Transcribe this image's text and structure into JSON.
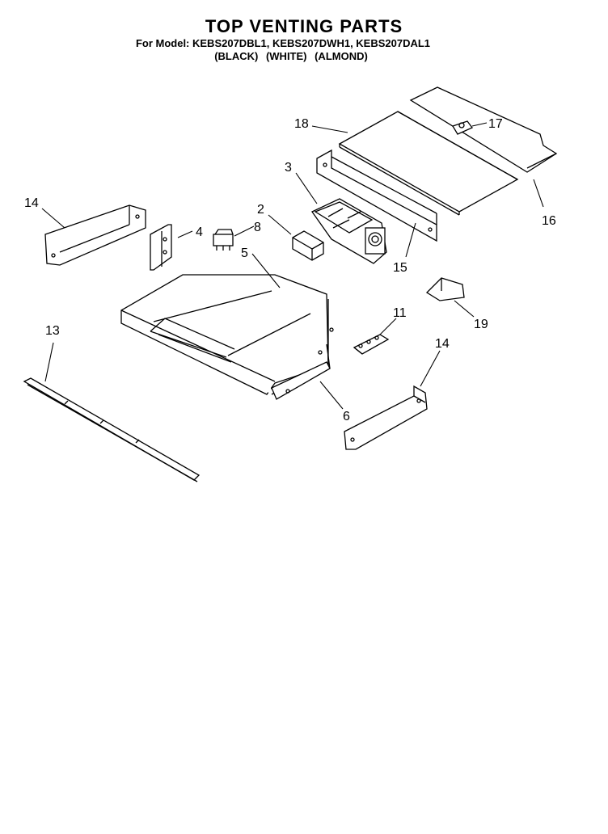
{
  "header": {
    "title": "TOP VENTING PARTS",
    "model_line": "For Model: KEBS207DBL1, KEBS207DWH1, KEBS207DAL1",
    "colors": "(BLACK)   (WHITE)   (ALMOND)"
  },
  "callouts": {
    "c18": "18",
    "c17": "17",
    "c3": "3",
    "c16": "16",
    "c14a": "14",
    "c2": "2",
    "c4": "4",
    "c8": "8",
    "c5": "5",
    "c15": "15",
    "c19": "19",
    "c11": "11",
    "c13": "13",
    "c14b": "14",
    "c6": "6"
  }
}
